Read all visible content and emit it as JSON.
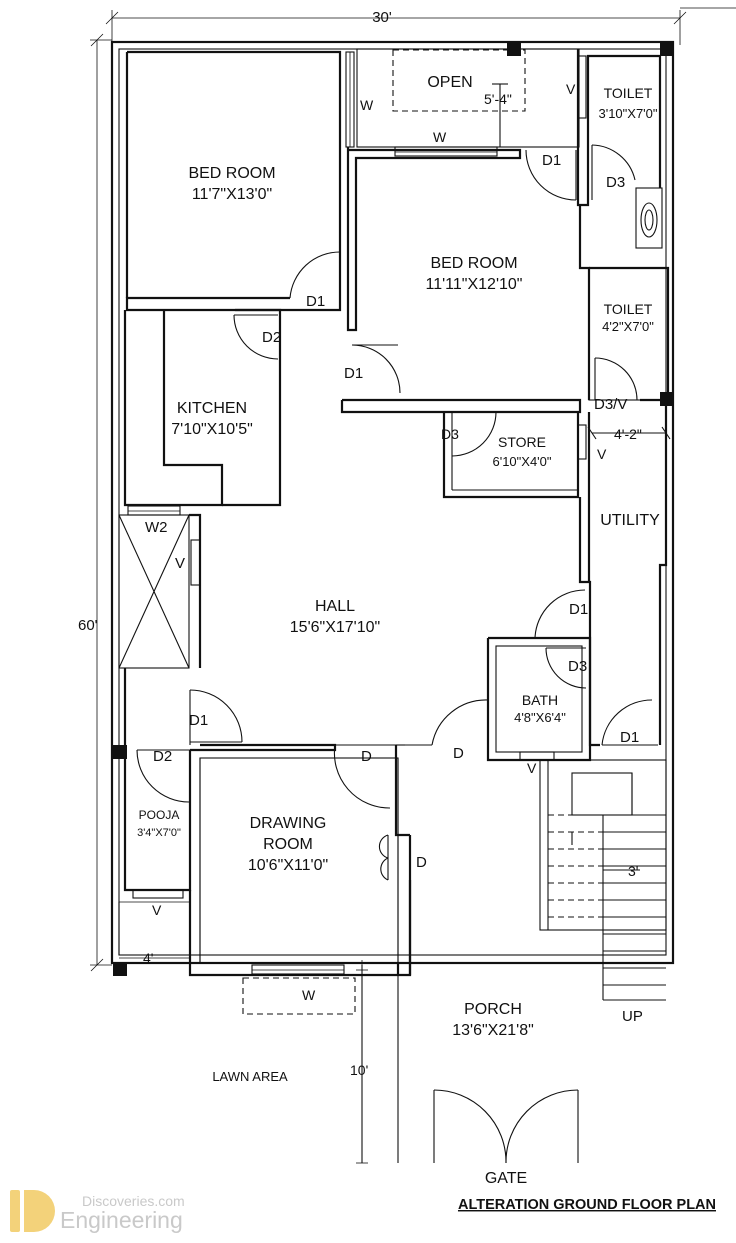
{
  "plan_title": "ALTERATION GROUND FLOOR PLAN",
  "dimensions": {
    "width": "30'",
    "depth": "60'",
    "porch_gap": "4'-2\"",
    "stair_width": "3'",
    "lawn_gap": "4'",
    "lawn_depth": "10'",
    "open_width": "5'-4\""
  },
  "rooms": {
    "bedroom1": {
      "name": "BED ROOM",
      "size": "11'7\"X13'0\""
    },
    "bedroom2": {
      "name": "BED ROOM",
      "size": "11'11\"X12'10\""
    },
    "open": {
      "name": "OPEN"
    },
    "toilet1": {
      "name": "TOILET",
      "size": "3'10\"X7'0\""
    },
    "toilet2": {
      "name": "TOILET",
      "size": "4'2\"X7'0\""
    },
    "kitchen": {
      "name": "KITCHEN",
      "size": "7'10\"X10'5\""
    },
    "store": {
      "name": "STORE",
      "size": "6'10\"X4'0\""
    },
    "utility": {
      "name": "UTILITY"
    },
    "hall": {
      "name": "HALL",
      "size": "15'6\"X17'10\""
    },
    "bath": {
      "name": "BATH",
      "size": "4'8\"X6'4\""
    },
    "pooja": {
      "name": "POOJA",
      "size": "3'4\"X7'0\""
    },
    "drawing": {
      "name": "DRAWING",
      "name2": "ROOM",
      "size": "10'6\"X11'0\""
    },
    "porch": {
      "name": "PORCH",
      "size": "13'6\"X21'8\""
    },
    "lawn": {
      "name": "LAWN AREA"
    },
    "gate": {
      "name": "GATE"
    },
    "stair": {
      "up": "UP"
    }
  },
  "tags": {
    "w": "W",
    "w2": "W2",
    "v": "V",
    "d": "D",
    "d1": "D1",
    "d2": "D2",
    "d3": "D3",
    "d3v": "D3/V"
  },
  "watermark": {
    "line1": "Discoveries.com",
    "line2": "Engineering"
  }
}
